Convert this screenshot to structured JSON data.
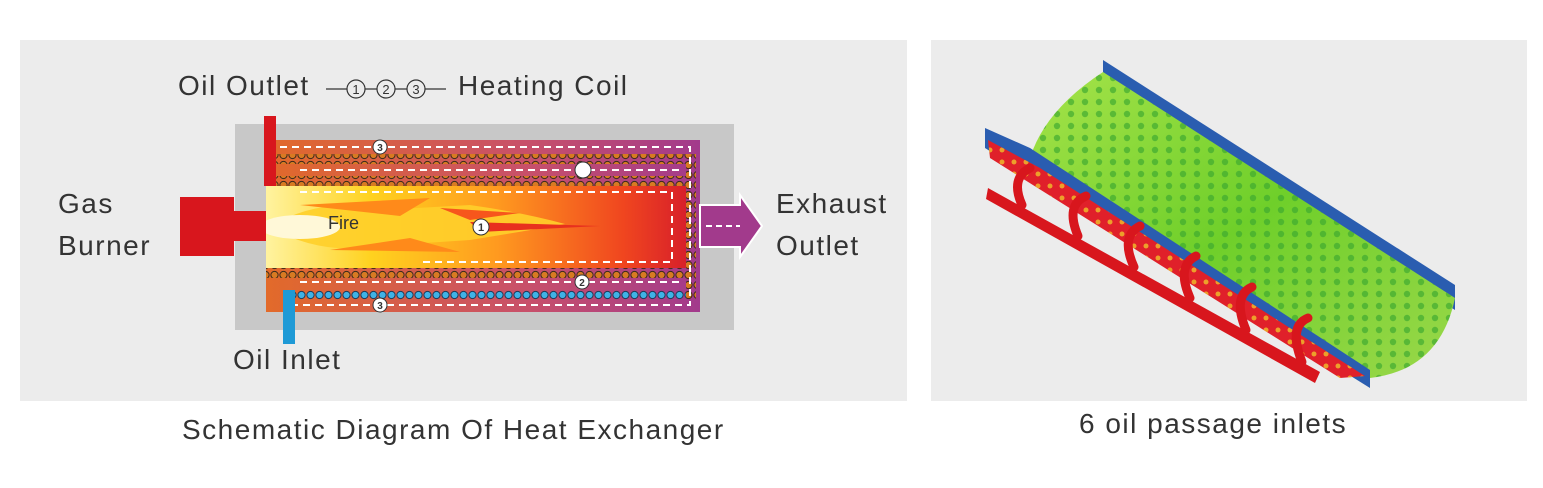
{
  "left": {
    "oil_outlet": "Oil Outlet",
    "markers": [
      "1",
      "2",
      "3"
    ],
    "heating_coil": "Heating Coil",
    "gas_burner_line1": "Gas",
    "gas_burner_line2": "Burner",
    "fire": "Fire",
    "exhaust_line1": "Exhaust",
    "exhaust_line2": "Outlet",
    "oil_inlet": "Oil Inlet",
    "caption": "Schematic Diagram Of Heat Exchanger"
  },
  "right": {
    "caption": "6 oil passage inlets"
  },
  "colors": {
    "panel_bg": "#ececec",
    "casing": "#c8c8c8",
    "outlet_pipe": "#d8161d",
    "inlet_pipe": "#1f9ad6",
    "exhaust": "#a23a8c",
    "coil": "#c9691e",
    "flame_core": "#fff6c0",
    "mesh_green": "#7ed321",
    "mesh_blue": "#2a5db0",
    "mesh_red": "#e0202a"
  }
}
